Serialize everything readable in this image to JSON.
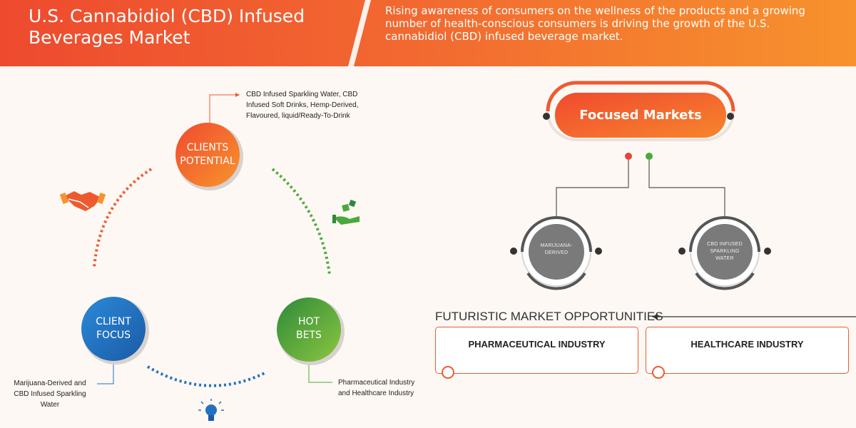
{
  "header": {
    "title_lines": [
      "U.S. Cannabidiol (CBD) Infused",
      "Beverages Market"
    ],
    "description_lines": [
      "Rising awareness of consumers on the wellness of the products and a growing",
      "number of health-conscious consumers is driving the growth of the U.S.",
      "cannabidiol (CBD) infused beverage market."
    ]
  },
  "cycle": {
    "clients_potential": {
      "label_lines": [
        "CLIENTS",
        "POTENTIAL"
      ],
      "note_lines": [
        "CBD Infused Sparkling Water, CBD",
        "Infused Soft Drinks, Hemp-Derived,",
        "Flavoured, liquid/Ready-To-Drink"
      ]
    },
    "client_focus": {
      "label_lines": [
        "CLIENT",
        "FOCUS"
      ],
      "note_lines": [
        "Marijuana-Derived and",
        "CBD Infused Sparkling",
        "Water"
      ]
    },
    "hot_bets": {
      "label_lines": [
        "HOT",
        "BETS"
      ],
      "note_lines": [
        "Pharmaceutical Industry",
        "and Healthcare Industry"
      ]
    }
  },
  "focused_markets": {
    "title": "Focused Markets",
    "markets": [
      {
        "label_lines": [
          "MARIJUANA-",
          "DERIVED"
        ]
      },
      {
        "label_lines": [
          "CBD INFUSED",
          "SPARKLING",
          "WATER"
        ]
      }
    ]
  },
  "opportunities": {
    "title": "FUTURISTIC MARKET OPPORTUNITIES",
    "items": [
      "PHARMACEUTICAL INDUSTRY",
      "HEALTHCARE INDUSTRY"
    ]
  },
  "colors": {
    "orange": "#ee5a30",
    "blue": "#2372c0",
    "green": "#4aa93a",
    "grey": "#6e6e6e"
  }
}
